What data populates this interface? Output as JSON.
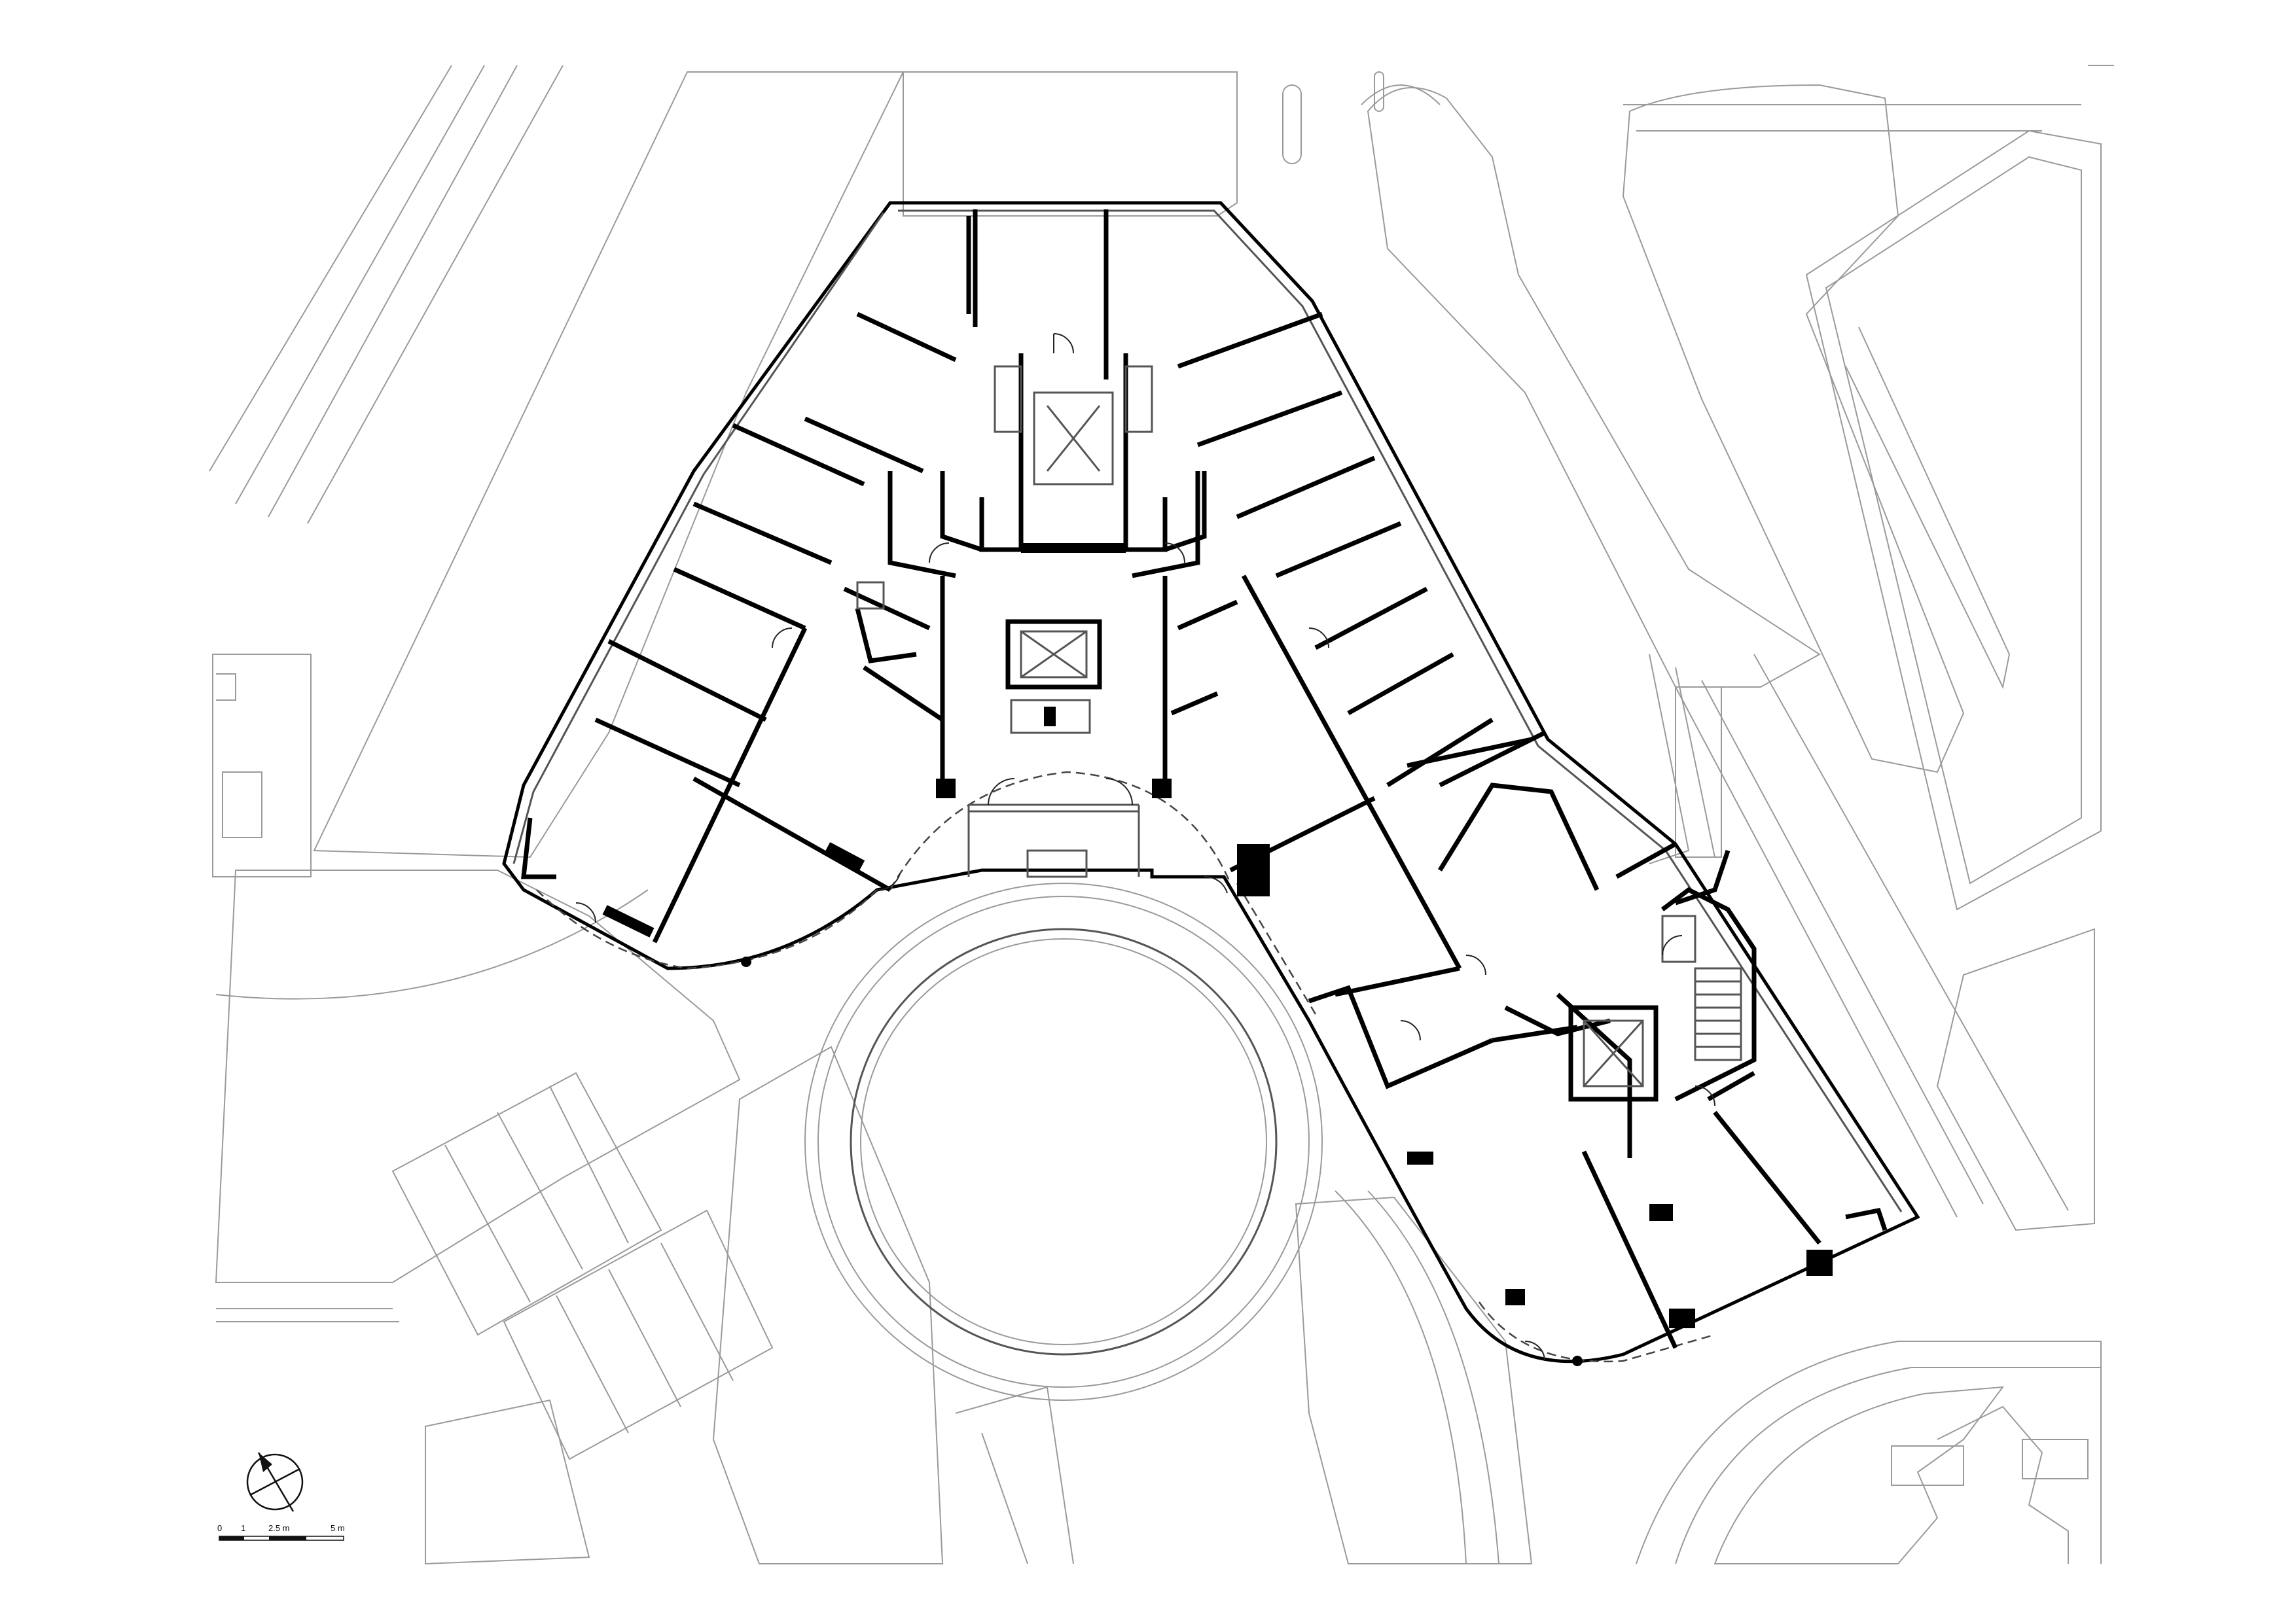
{
  "scale_bar": {
    "labels": [
      "0",
      "1",
      "2.5 m",
      "5 m"
    ]
  },
  "icons": {
    "north_arrow": "north-arrow-icon"
  }
}
